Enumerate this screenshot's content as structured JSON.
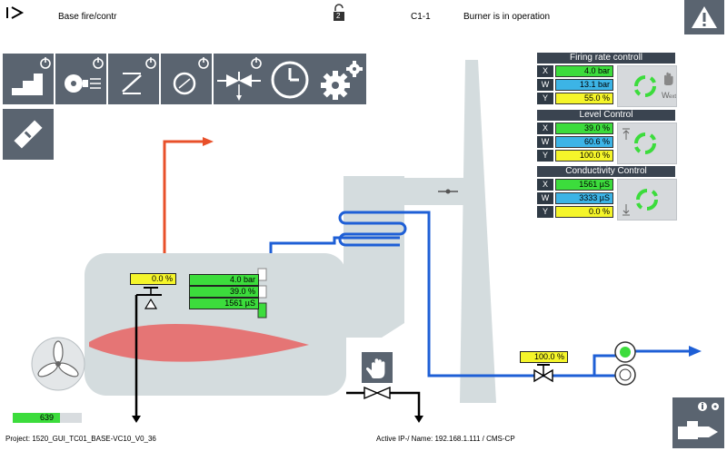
{
  "header": {
    "nav_icon": "play-outline-icon",
    "screen_title": "Base fire/contr",
    "lock_level": "2",
    "location": "C1-1",
    "status": "Burner is in operation",
    "alarm_icon": "warning-icon"
  },
  "toolbar": [
    {
      "name": "stairs-power-button",
      "icon": "stairs-power-icon"
    },
    {
      "name": "fan-power-button",
      "icon": "fan-power-icon"
    },
    {
      "name": "damper-power-button",
      "icon": "damper-power-icon"
    },
    {
      "name": "circle-power-button",
      "icon": "circle-power-icon"
    },
    {
      "name": "valve-power-button",
      "icon": "valve-power-icon"
    },
    {
      "name": "clock-button",
      "icon": "clock-icon"
    },
    {
      "name": "settings-button",
      "icon": "gears-icon"
    },
    {
      "name": "tools-button",
      "icon": "wrench-screwdriver-icon"
    }
  ],
  "panels": {
    "firing": {
      "title": "Firing rate controll",
      "rows": [
        {
          "label": "X",
          "value": "4.0 bar",
          "color": "green"
        },
        {
          "label": "W",
          "value": "13.1 bar",
          "color": "blue"
        },
        {
          "label": "Y",
          "value": "55.0 %",
          "color": "yellow"
        }
      ],
      "mode_label": "W",
      "mode_sub": "ext"
    },
    "level": {
      "title": "Level Control",
      "rows": [
        {
          "label": "X",
          "value": "39.0 %",
          "color": "green"
        },
        {
          "label": "W",
          "value": "60.6 %",
          "color": "blue"
        },
        {
          "label": "Y",
          "value": "100.0 %",
          "color": "yellow"
        }
      ]
    },
    "conductivity": {
      "title": "Conductivity Control",
      "rows": [
        {
          "label": "X",
          "value": "1561 µS",
          "color": "green"
        },
        {
          "label": "W",
          "value": "3333 µS",
          "color": "blue"
        },
        {
          "label": "Y",
          "value": "0.0 %",
          "color": "yellow"
        }
      ]
    }
  },
  "boiler": {
    "valve_position": "0.0 %",
    "readings": [
      "4.0 bar",
      "39.0 %",
      "1561 µS"
    ]
  },
  "feed_valve_position": "100.0 %",
  "counter": {
    "value": "639",
    "fill": 0.68
  },
  "footer": {
    "project": "Project:  1520_GUI_TC01_BASE-VC10_V0_36",
    "address": "Active IP-/ Name: 192.168.1.111 / CMS-CP"
  },
  "colors": {
    "accent_red": "#e8502a",
    "water_blue": "#1e5fd6",
    "boiler": "#d4dcde"
  }
}
